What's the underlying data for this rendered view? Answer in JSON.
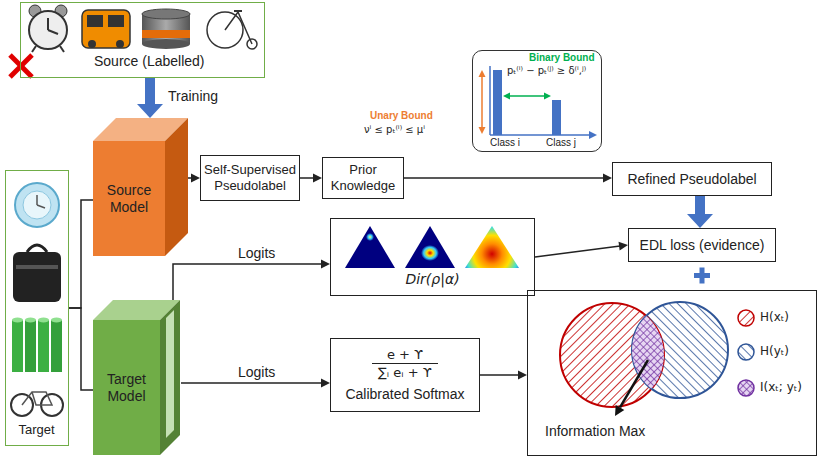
{
  "diagram": {
    "nodes": [
      {
        "text": [
          "Source (Labelled)"
        ]
      },
      {
        "text": [
          "Target"
        ]
      },
      {
        "text": [
          "Source Model"
        ]
      },
      {
        "text": [
          "Target Model"
        ]
      },
      {
        "text": [
          "Self-Supervised Pseudolabel"
        ]
      },
      {
        "text": [
          "Prior Knowledge"
        ]
      },
      {
        "text": [
          "Refined Pseudolabel"
        ]
      },
      {
        "text": [
          "Binary Bound",
          "pₜ⁽ⁱ⁾ − pₜ⁽ʲ⁾ ≥ δ⁽ⁱ,ʲ⁾",
          "Unary Bound",
          "νⁱ ≤ pₜ⁽ⁱ⁾ ≤ μⁱ",
          "Class i",
          "Class j"
        ]
      },
      {
        "text": [
          "Dir(ρ|α)"
        ]
      },
      {
        "text": [
          "EDL loss (evidence)"
        ]
      },
      {
        "text": [
          "e + ϒ",
          "∑ᵢ eᵢ + ϒ",
          "Calibrated Softmax"
        ]
      },
      {
        "text": [
          "Information Max"
        ]
      }
    ],
    "edges": [
      {
        "from": 0,
        "to": 2,
        "arrow": "to",
        "label": "Training"
      },
      {
        "from": 1,
        "to": 2,
        "arrow": "none"
      },
      {
        "from": 1,
        "to": 3,
        "arrow": "none"
      },
      {
        "from": 2,
        "to": 4,
        "arrow": "to"
      },
      {
        "from": 4,
        "to": 5,
        "arrow": "to"
      },
      {
        "from": 5,
        "to": 6,
        "arrow": "to"
      },
      {
        "from": 6,
        "to": 9,
        "arrow": "to"
      },
      {
        "from": 3,
        "to": 8,
        "arrow": "to",
        "label": "Logits"
      },
      {
        "from": 3,
        "to": 10,
        "arrow": "to",
        "label": "Logits"
      },
      {
        "from": 8,
        "to": 9,
        "arrow": "to"
      },
      {
        "from": 10,
        "to": 11,
        "arrow": "to"
      }
    ],
    "legend": [
      {
        "text": "H(xₜ)"
      },
      {
        "text": "H(yₜ)"
      },
      {
        "text": "I(xₜ; yₜ)"
      }
    ]
  }
}
